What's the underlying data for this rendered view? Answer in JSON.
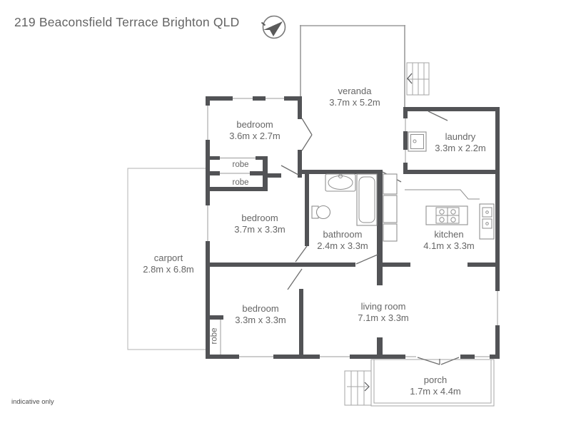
{
  "title": "219 Beaconsfield Terrace Brighton QLD",
  "footnote": "indicative only",
  "compass": {
    "icon": "north-arrow"
  },
  "rooms": [
    {
      "id": "veranda",
      "label": "veranda",
      "dims": "3.7m x 5.2m"
    },
    {
      "id": "bedroom1",
      "label": "bedroom",
      "dims": "3.6m x 2.7m"
    },
    {
      "id": "laundry",
      "label": "laundry",
      "dims": "3.3m x 2.2m"
    },
    {
      "id": "robe1",
      "label": "robe"
    },
    {
      "id": "robe2",
      "label": "robe"
    },
    {
      "id": "bedroom2",
      "label": "bedroom",
      "dims": "3.7m x 3.3m"
    },
    {
      "id": "bathroom",
      "label": "bathroom",
      "dims": "2.4m x 3.3m"
    },
    {
      "id": "kitchen",
      "label": "kitchen",
      "dims": "4.1m x 3.3m"
    },
    {
      "id": "carport",
      "label": "carport",
      "dims": "2.8m x 6.8m"
    },
    {
      "id": "bedroom3",
      "label": "bedroom",
      "dims": "3.3m x 3.3m"
    },
    {
      "id": "living",
      "label": "living room",
      "dims": "7.1m x 3.3m"
    },
    {
      "id": "robe3",
      "label": "robe"
    },
    {
      "id": "porch",
      "label": "porch",
      "dims": "1.7m x 4.4m"
    }
  ],
  "colors": {
    "wall": "#525356",
    "thin_line": "#9b9b9b",
    "carport_line": "#b3b3b3",
    "label_text": "#666666",
    "title_text": "#646464"
  }
}
